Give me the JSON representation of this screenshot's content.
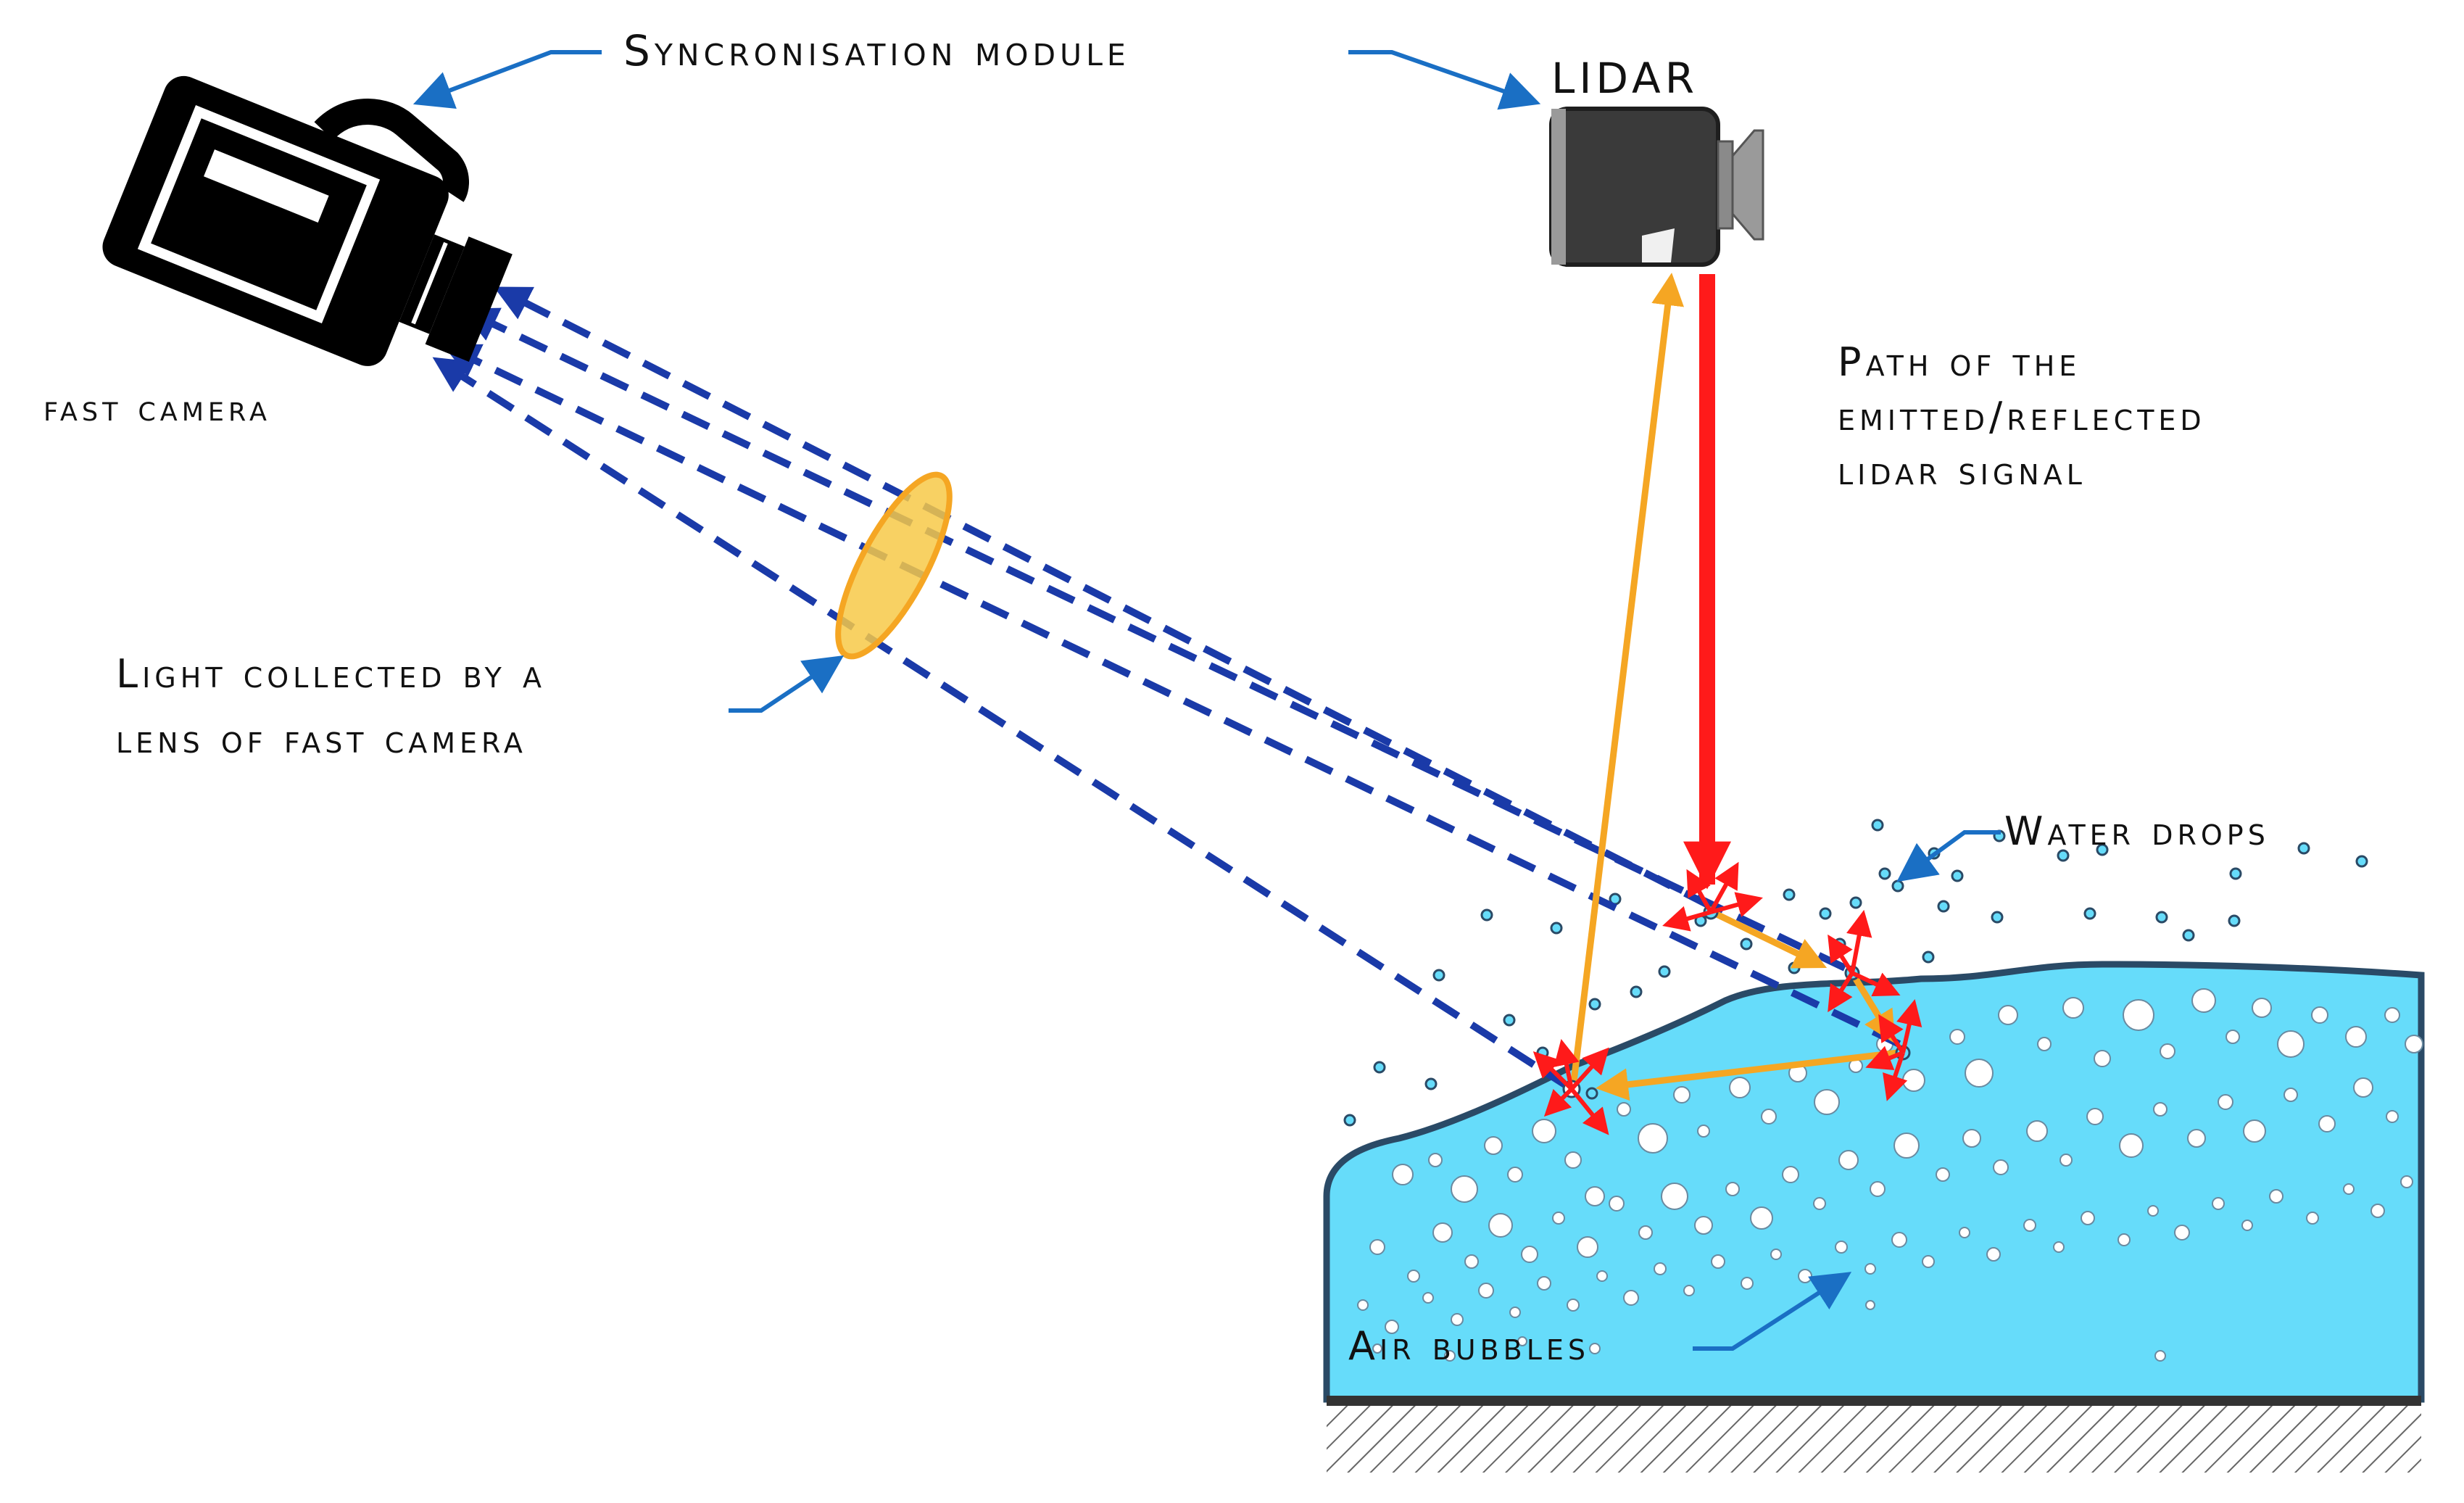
{
  "labels": {
    "sync_module": "Syncronisation module",
    "lidar": "LIDAR",
    "fast_camera": "fast camera",
    "path_line1": "Path of the",
    "path_line2": "emitted/reflected",
    "path_line3": "lidar signal",
    "lens_line1": "Light collected by a",
    "lens_line2": "lens of fast camera",
    "water_drops": "Water drops",
    "air_bubbles": "Air bubbles"
  },
  "colors": {
    "water": "#66dcfa",
    "water_edge": "#2a4a66",
    "laser": "#ff1a1a",
    "reflection": "#f5a623",
    "camera_rays": "#1a3aa8",
    "lens": "#f7c948",
    "annotation": "#1a6fc4",
    "ground": "#333333"
  },
  "icons": {
    "fast_camera": "camera-icon",
    "lidar": "lidar-device-icon",
    "lens": "lens-icon"
  }
}
